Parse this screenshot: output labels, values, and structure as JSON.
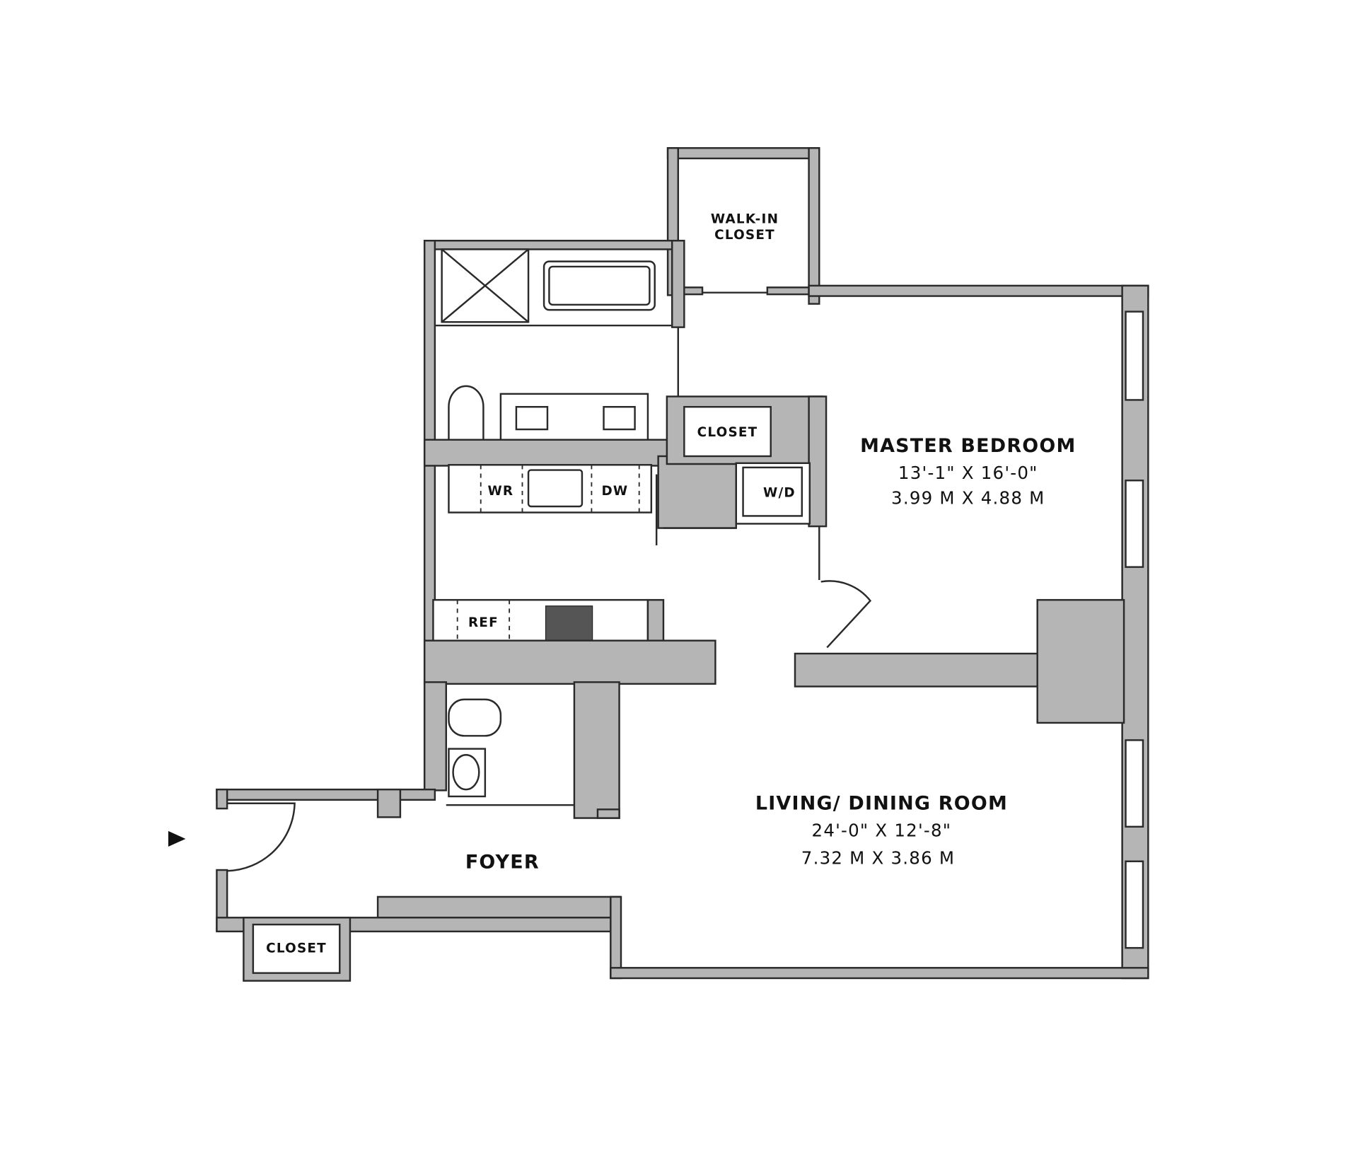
{
  "rooms": {
    "walk_in_closet": {
      "line1": "WALK-IN",
      "line2": "CLOSET"
    },
    "bedroom_closet": "CLOSET",
    "washer_dryer": "W/D",
    "master_bedroom": {
      "name": "MASTER BEDROOM",
      "imperial": "13'-1\" X 16'-0\"",
      "metric": "3.99 M X 4.88 M"
    },
    "living_dining": {
      "name": "LIVING/ DINING ROOM",
      "imperial": "24'-0\" X 12'-8\"",
      "metric": "7.32 M X 3.86 M"
    },
    "foyer": "FOYER",
    "foyer_closet": "CLOSET"
  },
  "appliances": {
    "wine_refrigerator": "WR",
    "dishwasher": "DW",
    "refrigerator": "REF"
  },
  "colors": {
    "wall": "#b5b5b5",
    "line": "#2a2a2a"
  }
}
